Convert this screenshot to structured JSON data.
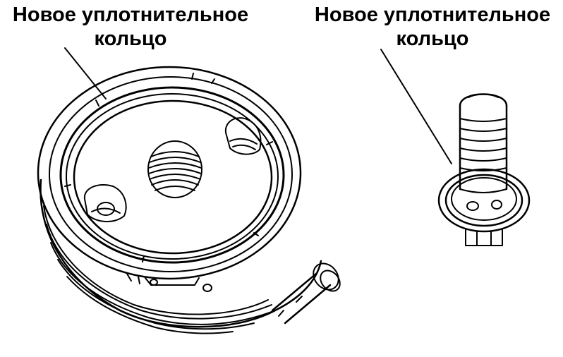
{
  "callouts": {
    "left": {
      "line1": "Новое уплотнительное",
      "line2": "кольцо"
    },
    "right": {
      "line1": "Новое уплотнительное",
      "line2": "кольцо"
    }
  },
  "colors": {
    "ink": "#000000",
    "paper": "#ffffff"
  }
}
